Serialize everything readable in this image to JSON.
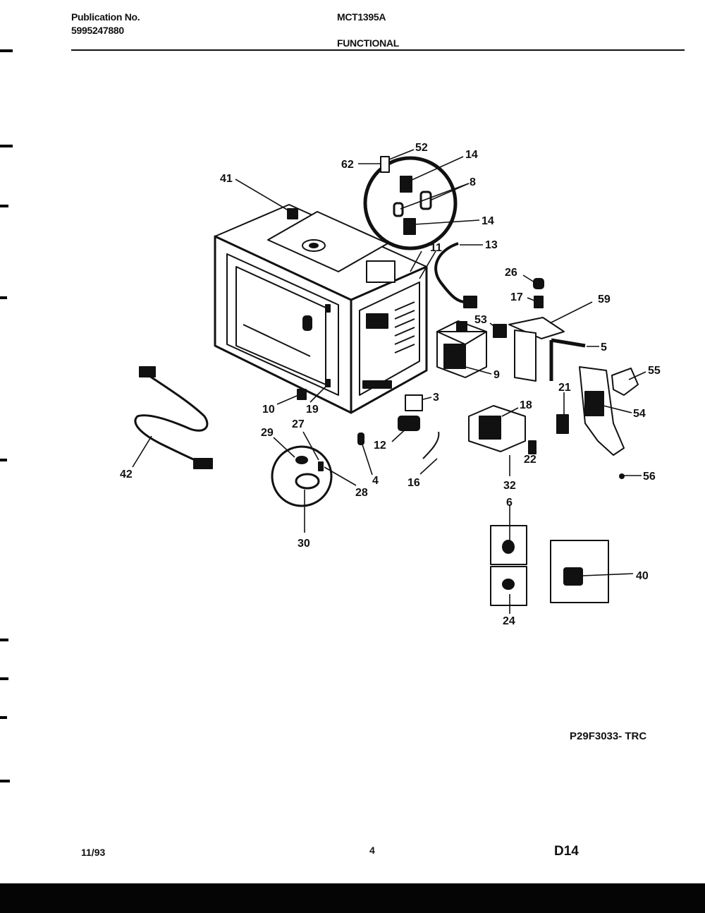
{
  "header": {
    "publication_label": "Publication No.",
    "publication_number": "5995247880",
    "model": "MCT1395A",
    "section": "FUNCTIONAL"
  },
  "diagram": {
    "drawing_code": "P29F3033- TRC",
    "callouts": {
      "c41": "41",
      "c62": "62",
      "c52": "52",
      "c14a": "14",
      "c8": "8",
      "c14b": "14",
      "c11": "11",
      "c13": "13",
      "c26": "26",
      "c17": "17",
      "c59": "59",
      "c53": "53",
      "c5": "5",
      "c9": "9",
      "c55": "55",
      "c21": "21",
      "c54": "54",
      "c18": "18",
      "c22": "22",
      "c56": "56",
      "c3": "3",
      "c12": "12",
      "c16": "16",
      "c4": "4",
      "c10": "10",
      "c19": "19",
      "c27": "27",
      "c29": "29",
      "c28": "28",
      "c30": "30",
      "c42": "42",
      "c32": "32",
      "c6": "6",
      "c24": "24",
      "c40": "40"
    }
  },
  "footer": {
    "date": "11/93",
    "page_number": "4",
    "page_code": "D14"
  }
}
